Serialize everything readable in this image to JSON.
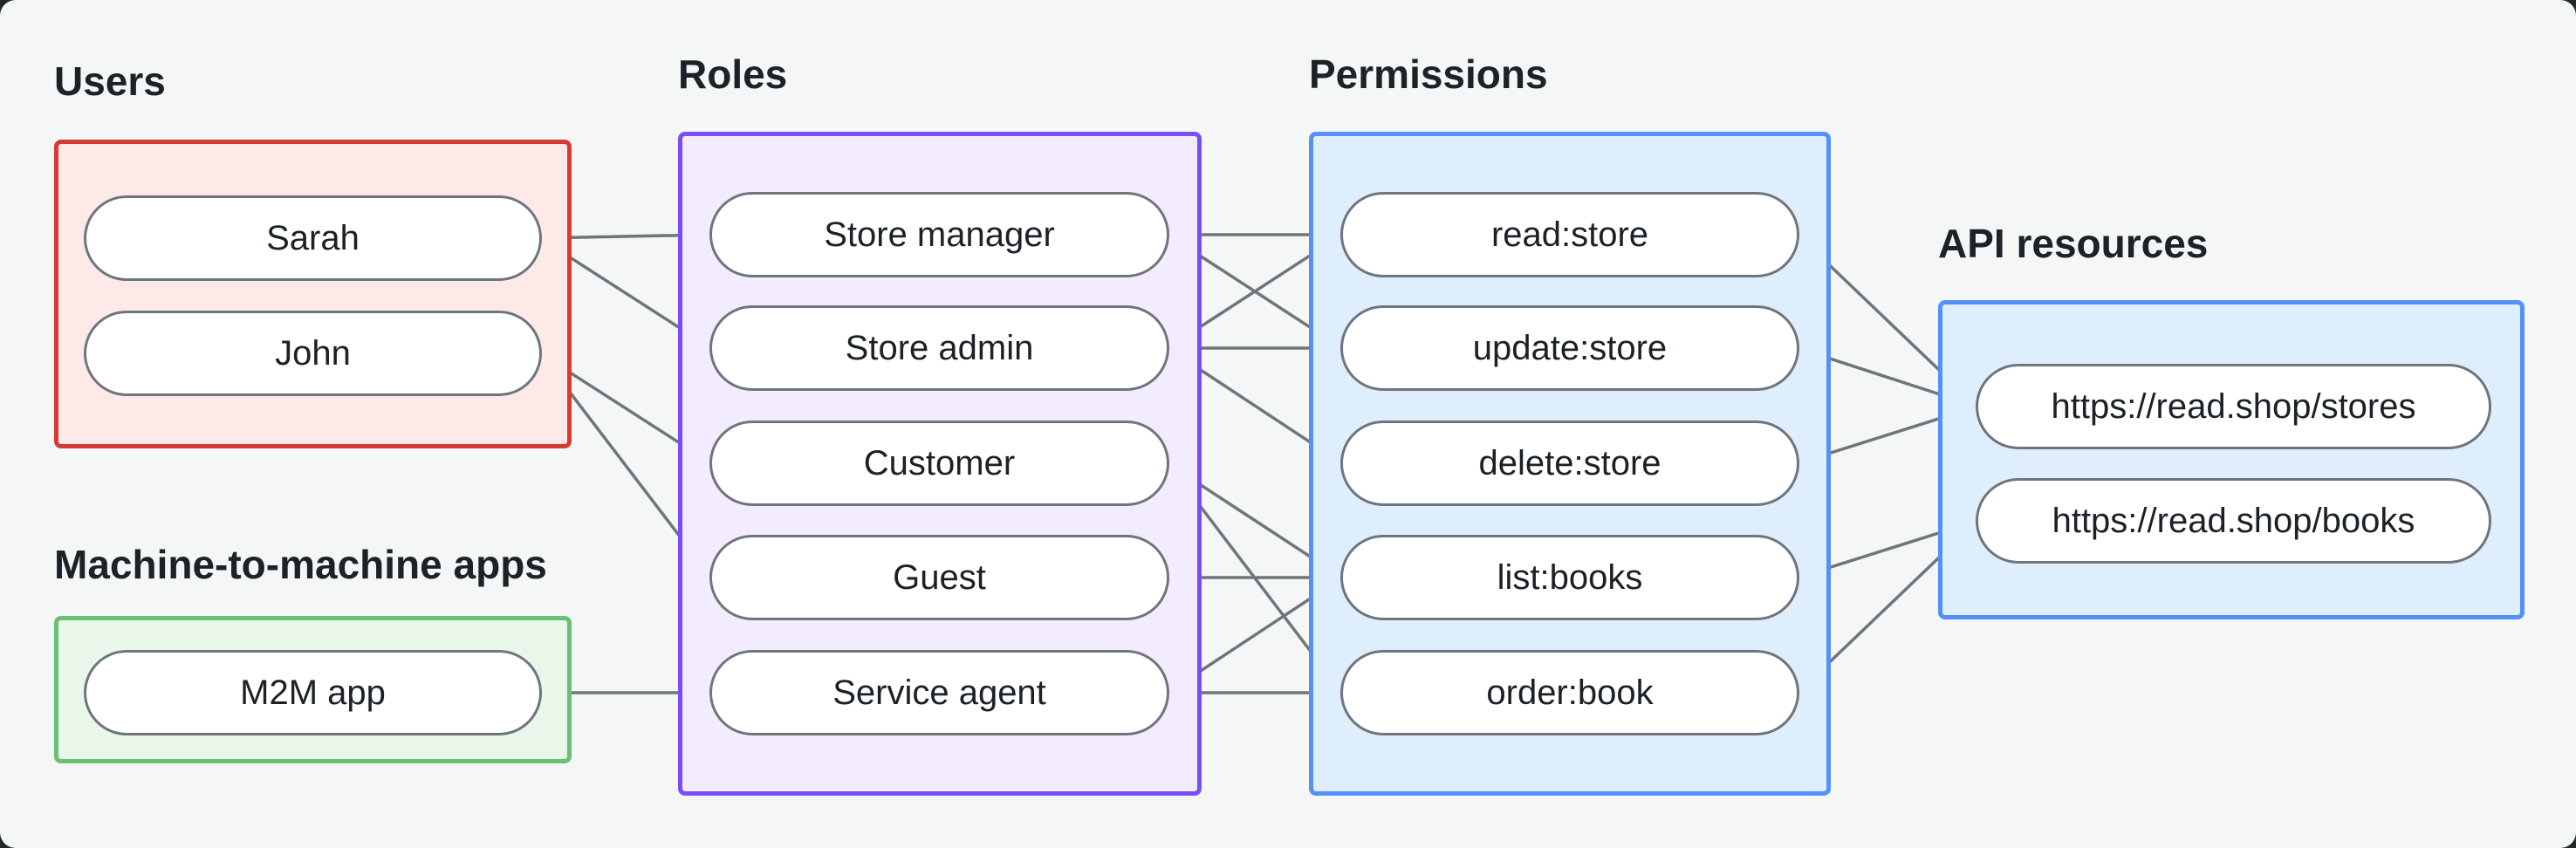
{
  "diagram": {
    "title_labels": {
      "users": "Users",
      "m2m": "Machine-to-machine apps",
      "roles": "Roles",
      "permissions": "Permissions",
      "api": "API resources"
    },
    "sections": [
      {
        "id": "users",
        "label": "Users",
        "border_color": "#d63b31",
        "fill_color": "#fdeae8"
      },
      {
        "id": "m2m",
        "label": "Machine-to-machine apps",
        "border_color": "#69bf72",
        "fill_color": "#e8f7ea"
      },
      {
        "id": "roles",
        "label": "Roles",
        "border_color": "#7b4dfa",
        "fill_color": "#f2ecfe"
      },
      {
        "id": "permissions",
        "label": "Permissions",
        "border_color": "#5590f7",
        "fill_color": "#dfeefd"
      },
      {
        "id": "api",
        "label": "API resources",
        "border_color": "#5590f7",
        "fill_color": "#dfeefd"
      }
    ],
    "nodes": [
      {
        "id": "sarah",
        "label": "Sarah",
        "section": "users"
      },
      {
        "id": "john",
        "label": "John",
        "section": "users"
      },
      {
        "id": "m2m_app",
        "label": "M2M app",
        "section": "m2m"
      },
      {
        "id": "store_manager",
        "label": "Store manager",
        "section": "roles"
      },
      {
        "id": "store_admin",
        "label": "Store admin",
        "section": "roles"
      },
      {
        "id": "customer",
        "label": "Customer",
        "section": "roles"
      },
      {
        "id": "guest",
        "label": "Guest",
        "section": "roles"
      },
      {
        "id": "service_agent",
        "label": "Service agent",
        "section": "roles"
      },
      {
        "id": "read_store",
        "label": "read:store",
        "section": "permissions"
      },
      {
        "id": "update_store",
        "label": "update:store",
        "section": "permissions"
      },
      {
        "id": "delete_store",
        "label": "delete:store",
        "section": "permissions"
      },
      {
        "id": "list_books",
        "label": "list:books",
        "section": "permissions"
      },
      {
        "id": "order_book",
        "label": "order:book",
        "section": "permissions"
      },
      {
        "id": "stores_api",
        "label": "https://read.shop/stores",
        "section": "api"
      },
      {
        "id": "books_api",
        "label": "https://read.shop/books",
        "section": "api"
      }
    ],
    "edges": [
      {
        "from": "sarah",
        "to": "store_manager"
      },
      {
        "from": "sarah",
        "to": "store_admin"
      },
      {
        "from": "john",
        "to": "customer"
      },
      {
        "from": "john",
        "to": "guest"
      },
      {
        "from": "m2m_app",
        "to": "service_agent"
      },
      {
        "from": "store_manager",
        "to": "read_store"
      },
      {
        "from": "store_manager",
        "to": "update_store"
      },
      {
        "from": "store_admin",
        "to": "read_store"
      },
      {
        "from": "store_admin",
        "to": "update_store"
      },
      {
        "from": "store_admin",
        "to": "delete_store"
      },
      {
        "from": "customer",
        "to": "list_books"
      },
      {
        "from": "customer",
        "to": "order_book"
      },
      {
        "from": "guest",
        "to": "list_books"
      },
      {
        "from": "service_agent",
        "to": "list_books"
      },
      {
        "from": "service_agent",
        "to": "order_book"
      },
      {
        "from": "read_store",
        "to": "stores_api"
      },
      {
        "from": "update_store",
        "to": "stores_api"
      },
      {
        "from": "delete_store",
        "to": "stores_api"
      },
      {
        "from": "list_books",
        "to": "books_api"
      },
      {
        "from": "order_book",
        "to": "books_api"
      }
    ],
    "colors": {
      "edge_line": "#6e757c",
      "edge_dot": "#6e757c",
      "node_border": "#6e757c",
      "node_fill": "#ffffff",
      "text": "#1b2126",
      "panel_background": "#f5f7f6",
      "outer_background": "#222b26"
    }
  }
}
